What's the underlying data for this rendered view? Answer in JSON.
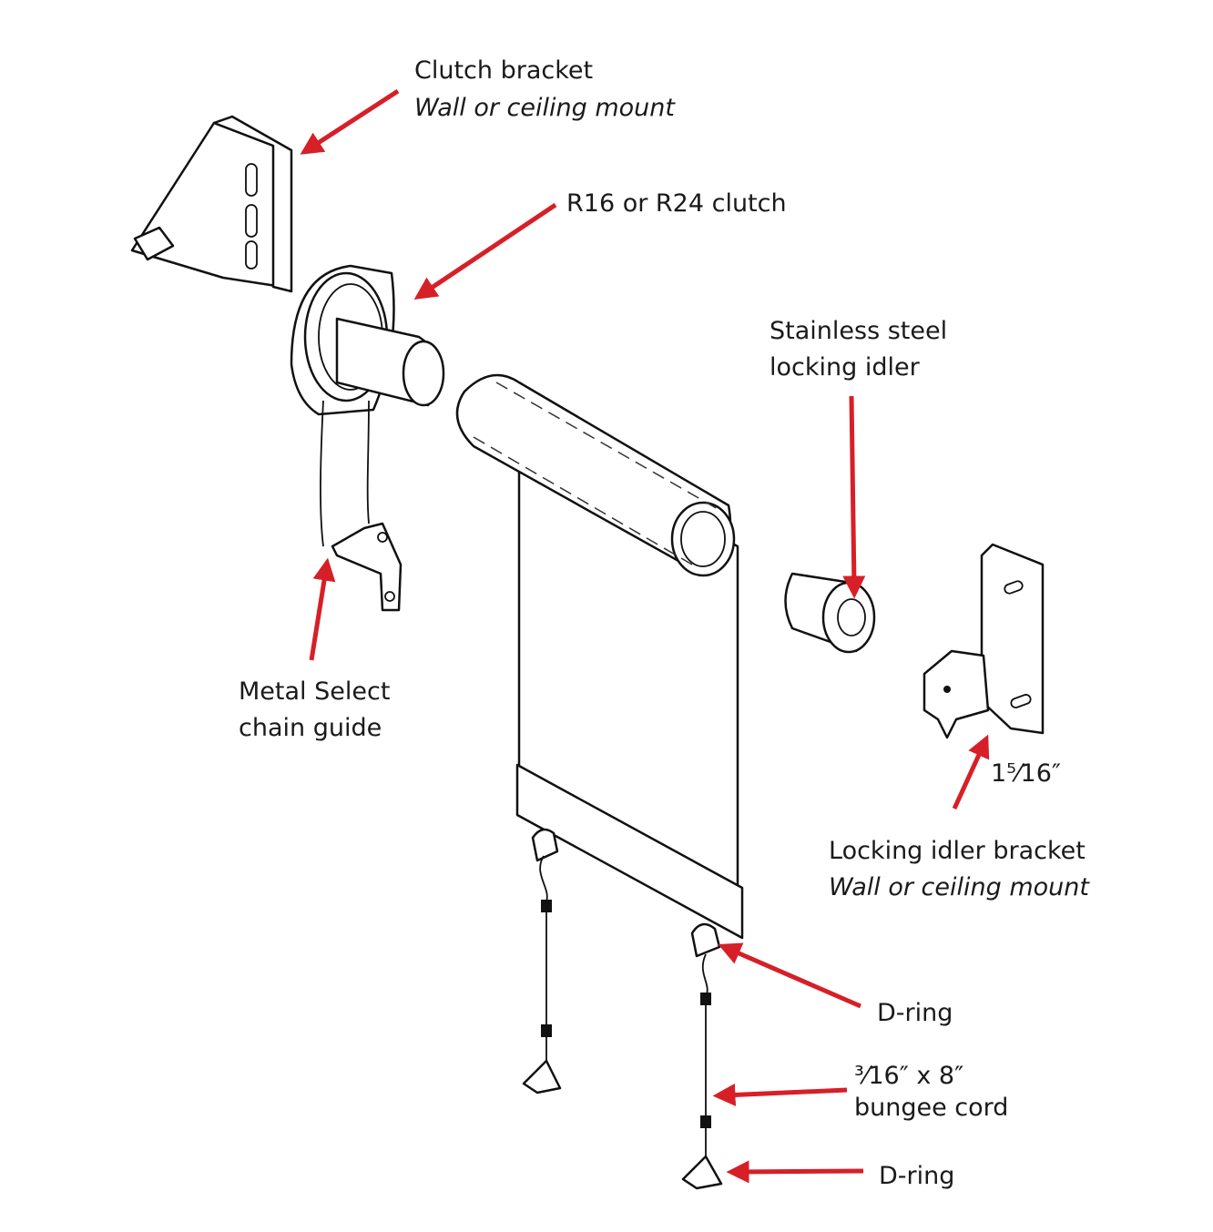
{
  "labels": {
    "clutch_bracket": "Clutch bracket",
    "clutch_bracket_mount": "Wall or ceiling mount",
    "clutch": "R16 or R24 clutch",
    "idler_line1": "Stainless steel",
    "idler_line2": "locking idler",
    "chain_guide_line1": "Metal Select",
    "chain_guide_line2": "chain guide",
    "dimension": "1⁵⁄16″",
    "idler_bracket": "Locking idler bracket",
    "idler_bracket_mount": "Wall or ceiling mount",
    "d_ring_top": "D-ring",
    "bungee_size": "³⁄16″ x 8″",
    "bungee_label": "bungee cord",
    "d_ring_bottom": "D-ring"
  },
  "colors": {
    "arrow": "#d71f27",
    "line": "#111111"
  }
}
